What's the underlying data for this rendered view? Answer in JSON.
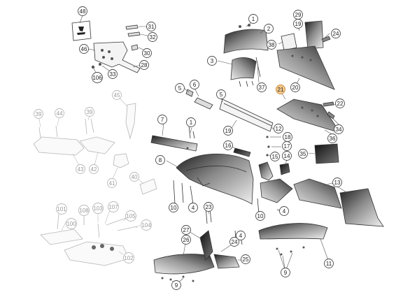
{
  "callouts": [
    {
      "id": "48",
      "label": "48",
      "style": "normal"
    },
    {
      "id": "31",
      "label": "31",
      "style": "normal"
    },
    {
      "id": "32",
      "label": "32",
      "style": "normal"
    },
    {
      "id": "46",
      "label": "46",
      "style": "normal"
    },
    {
      "id": "30",
      "label": "30",
      "style": "normal"
    },
    {
      "id": "28",
      "label": "28",
      "style": "normal"
    },
    {
      "id": "106",
      "label": "106",
      "style": "normal"
    },
    {
      "id": "33",
      "label": "33",
      "style": "normal"
    },
    {
      "id": "1",
      "label": "1",
      "style": "normal"
    },
    {
      "id": "2",
      "label": "2",
      "style": "normal"
    },
    {
      "id": "29",
      "label": "29",
      "style": "normal"
    },
    {
      "id": "19top",
      "label": "19",
      "style": "normal"
    },
    {
      "id": "24top",
      "label": "24",
      "style": "normal"
    },
    {
      "id": "38",
      "label": "38",
      "style": "normal"
    },
    {
      "id": "3",
      "label": "3",
      "style": "normal"
    },
    {
      "id": "37",
      "label": "37",
      "style": "normal"
    },
    {
      "id": "20",
      "label": "20",
      "style": "normal"
    },
    {
      "id": "21",
      "label": "21",
      "style": "highlight"
    },
    {
      "id": "45",
      "label": "45",
      "style": "faded"
    },
    {
      "id": "5a",
      "label": "5",
      "style": "normal"
    },
    {
      "id": "6",
      "label": "6",
      "style": "normal"
    },
    {
      "id": "5b",
      "label": "5",
      "style": "normal"
    },
    {
      "id": "22",
      "label": "22",
      "style": "normal"
    },
    {
      "id": "34",
      "label": "34",
      "style": "normal"
    },
    {
      "id": "39a",
      "label": "39",
      "style": "faded"
    },
    {
      "id": "44",
      "label": "44",
      "style": "faded"
    },
    {
      "id": "39b",
      "label": "39",
      "style": "faded"
    },
    {
      "id": "7",
      "label": "7",
      "style": "normal"
    },
    {
      "id": "1b",
      "label": "1",
      "style": "normal"
    },
    {
      "id": "12",
      "label": "12",
      "style": "normal"
    },
    {
      "id": "19",
      "label": "19",
      "style": "normal"
    },
    {
      "id": "18",
      "label": "18",
      "style": "normal"
    },
    {
      "id": "36",
      "label": "36",
      "style": "normal"
    },
    {
      "id": "17",
      "label": "17",
      "style": "normal"
    },
    {
      "id": "16",
      "label": "16",
      "style": "normal"
    },
    {
      "id": "35",
      "label": "35",
      "style": "normal"
    },
    {
      "id": "15",
      "label": "15",
      "style": "normal"
    },
    {
      "id": "14",
      "label": "14",
      "style": "normal"
    },
    {
      "id": "43",
      "label": "43",
      "style": "faded"
    },
    {
      "id": "42",
      "label": "42",
      "style": "faded"
    },
    {
      "id": "8",
      "label": "8",
      "style": "normal"
    },
    {
      "id": "40",
      "label": "40",
      "style": "faded"
    },
    {
      "id": "41",
      "label": "41",
      "style": "faded"
    },
    {
      "id": "13",
      "label": "13",
      "style": "normal"
    },
    {
      "id": "10a",
      "label": "10",
      "style": "normal"
    },
    {
      "id": "4a",
      "label": "4",
      "style": "normal"
    },
    {
      "id": "23",
      "label": "23",
      "style": "normal"
    },
    {
      "id": "10b",
      "label": "10",
      "style": "normal"
    },
    {
      "id": "4b",
      "label": "4",
      "style": "normal"
    },
    {
      "id": "101",
      "label": "101",
      "style": "faded"
    },
    {
      "id": "108",
      "label": "108",
      "style": "faded"
    },
    {
      "id": "103",
      "label": "103",
      "style": "faded"
    },
    {
      "id": "107",
      "label": "107",
      "style": "faded"
    },
    {
      "id": "100",
      "label": "100",
      "style": "faded"
    },
    {
      "id": "105",
      "label": "105",
      "style": "faded"
    },
    {
      "id": "104",
      "label": "104",
      "style": "faded"
    },
    {
      "id": "27",
      "label": "27",
      "style": "normal"
    },
    {
      "id": "4c",
      "label": "4",
      "style": "normal"
    },
    {
      "id": "26",
      "label": "26",
      "style": "normal"
    },
    {
      "id": "24",
      "label": "24",
      "style": "normal"
    },
    {
      "id": "102",
      "label": "102",
      "style": "faded"
    },
    {
      "id": "25",
      "label": "25",
      "style": "normal"
    },
    {
      "id": "11",
      "label": "11",
      "style": "normal"
    },
    {
      "id": "9a",
      "label": "9",
      "style": "normal"
    },
    {
      "id": "9b",
      "label": "9",
      "style": "normal"
    }
  ]
}
